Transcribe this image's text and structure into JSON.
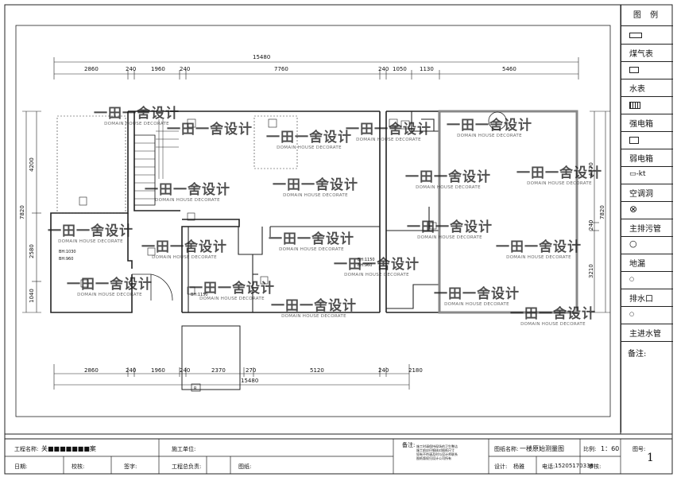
{
  "legend": {
    "title": "图 例",
    "items": [
      {
        "symbol": "",
        "label": "煤气表"
      },
      {
        "symbol": "",
        "label": "水表"
      },
      {
        "symbol": "",
        "label": "强电箱"
      },
      {
        "symbol": "",
        "label": "弱电箱"
      },
      {
        "symbol": "kt",
        "label": "空调洞"
      },
      {
        "symbol": "⊗",
        "label": "主排污管"
      },
      {
        "symbol": "○",
        "label": "地漏"
      },
      {
        "symbol": "○",
        "label": "排水口"
      },
      {
        "symbol": "○",
        "label": "主进水管"
      }
    ],
    "note": "备注:"
  },
  "dims": {
    "top_total": "15480",
    "top_segments": [
      "2860",
      "240",
      "1960",
      "240",
      "7760",
      "240",
      "1050",
      "1130",
      "5460"
    ],
    "bottom_total": "15480",
    "bottom_segments": [
      "2860",
      "240",
      "1960",
      "240",
      "2370",
      "270",
      "5120",
      "240",
      "2180"
    ],
    "left_segments": [
      "4200",
      "7820",
      "2580",
      "1040"
    ],
    "right_segments": [
      "4370",
      "7820",
      "240",
      "3210"
    ]
  },
  "plan_labels": {
    "r_mark": "R",
    "bh1": "BH:1030",
    "bh2": "BH:960",
    "bh3": "BH:1150",
    "bh4": "BH:1150",
    "bh5": "BH:960"
  },
  "watermark": {
    "logo": "一田一舍设计",
    "sub": "DOMAIN HOUSE DECORATE"
  },
  "title_block": {
    "project_label": "工程名称:",
    "project_value": "关■■■■■■■案",
    "construction_unit_label": "施工单位:",
    "notes_label": "备注:",
    "notes_lines": [
      "施工时请保持现场的卫生整洁",
      "施工前应仔细核对图纸尺寸",
      "如有不符请及时与设计师联系",
      "图纸版权归设计公司所有"
    ],
    "drawing_name_label": "图纸名称:",
    "drawing_name_value": "一楼原始测量图",
    "scale_label": "比例:",
    "scale_value": "1：60",
    "page_label": "图号:",
    "page_value": "1",
    "date_label": "日期:",
    "check_label": "校核:",
    "sign_label": "签字:",
    "manager_label": "工程总负责:",
    "drawing_label": "图纸:",
    "designer_label": "设计:",
    "designer_value": "杨雅",
    "phone_label": "电话:",
    "phone_value": "15205170336",
    "review_label": "审核:"
  }
}
